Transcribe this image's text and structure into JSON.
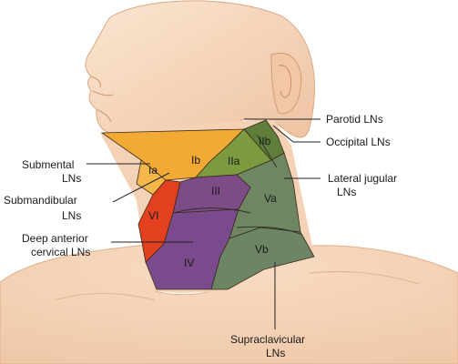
{
  "diagram": {
    "levels": {
      "ia": "Ia",
      "ib": "Ib",
      "iia": "IIa",
      "iib": "IIb",
      "iii": "III",
      "iv": "IV",
      "va": "Va",
      "vb": "Vb",
      "vi": "VI"
    },
    "labels": {
      "parotid": "Parotid LNs",
      "occipital": "Occipital LNs",
      "submental_1": "Submental",
      "submental_2": "LNs",
      "submandibular_1": "Submandibular",
      "submandibular_2": "LNs",
      "lateral_jugular_1": "Lateral jugular",
      "lateral_jugular_2": "LNs",
      "deep_anterior_1": "Deep anterior",
      "deep_anterior_2": "cervical LNs",
      "supraclavicular_1": "Supraclavicular",
      "supraclavicular_2": "LNs"
    },
    "colors": {
      "skin": "#f7dcc4",
      "skin_shade": "#ecc0a0",
      "level_i": "#f0a830",
      "level_ii": "#7a9440",
      "level_iii": "#7e4a86",
      "level_iv": "#7a4a8a",
      "level_v": "#6e8860",
      "level_vi": "#e23c1c"
    }
  }
}
